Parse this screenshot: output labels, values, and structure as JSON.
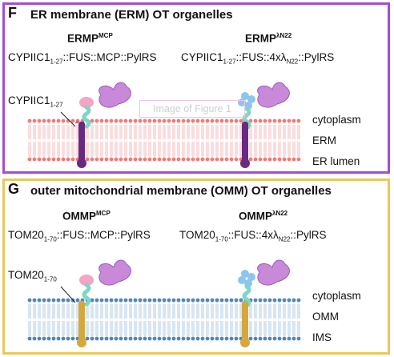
{
  "watermark": "Image of Figure 1",
  "panelF": {
    "label": "F",
    "title": "ER membrane (ERM) OT organelles",
    "left": {
      "name": "ERMP",
      "name_sup": "MCP",
      "c1": "CYPIIC1",
      "c1_sub": "1-27",
      "c2": "::FUS::MCP::PylRS"
    },
    "right": {
      "name": "ERMP",
      "name_sup": "λN22",
      "c1": "CYPIIC1",
      "c1_sub": "1-27",
      "c2": "::FUS::4xλ",
      "c2_sub": "N22",
      "c3": "::PylRS"
    },
    "side_label": "CYPIIC1",
    "side_sub": "1-27",
    "labels": [
      "cytoplasm",
      "ERM",
      "ER lumen"
    ],
    "colors": {
      "border": "#a64bd3",
      "membrane": "#f08a8a",
      "anchor": "#5a1f6e"
    }
  },
  "panelG": {
    "label": "G",
    "title": "outer mitochondrial membrane (OMM) OT organelles",
    "left": {
      "name": "OMMP",
      "name_sup": "MCP",
      "c1": "TOM20",
      "c1_sub": "1-70",
      "c2": "::FUS::MCP::PylRS"
    },
    "right": {
      "name": "OMMP",
      "name_sup": "λN22",
      "c1": "TOM20",
      "c1_sub": "1-70",
      "c2": "::FUS::4xλ",
      "c2_sub": "N22",
      "c3": "::PylRS"
    },
    "side_label": "TOM20",
    "side_sub": "1-70",
    "labels": [
      "cytoplasm",
      "OMM",
      "IMS"
    ],
    "colors": {
      "border": "#e9c85a",
      "membrane": "#6a9bc8",
      "anchor": "#d6a73c"
    }
  }
}
